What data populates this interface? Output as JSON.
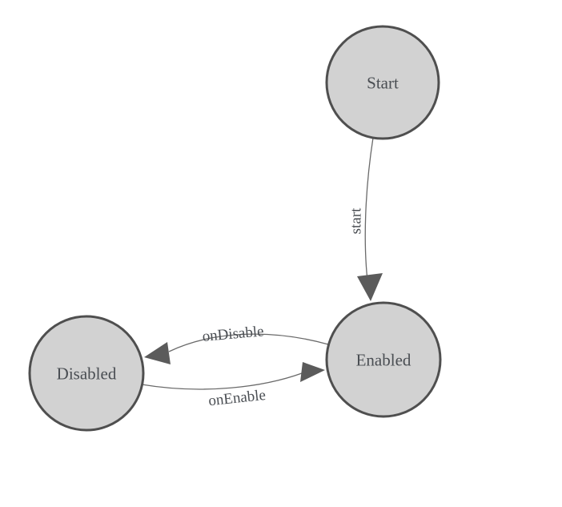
{
  "diagram": {
    "type": "state-machine",
    "states": [
      {
        "id": "start",
        "label": "Start"
      },
      {
        "id": "enabled",
        "label": "Enabled"
      },
      {
        "id": "disabled",
        "label": "Disabled"
      }
    ],
    "transitions": [
      {
        "from": "Start",
        "to": "Enabled",
        "label": "start"
      },
      {
        "from": "Enabled",
        "to": "Disabled",
        "label": "onDisable"
      },
      {
        "from": "Disabled",
        "to": "Enabled",
        "label": "onEnable"
      }
    ]
  },
  "colors": {
    "background": "#ffffff",
    "node_fill": "#d2d2d2",
    "node_border": "#4f4f4f",
    "edge_stroke": "#6a6a6a",
    "arrowhead_fill": "#5b5b5b",
    "text": "#4a4e53"
  }
}
